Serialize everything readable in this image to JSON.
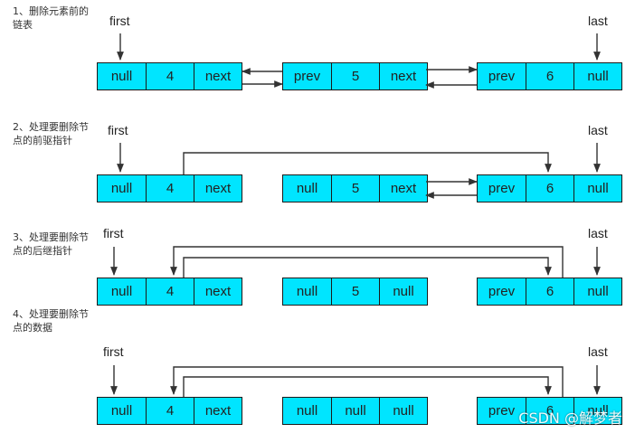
{
  "colors": {
    "cell_fill": "#00e5ff",
    "cell_border": "#1a1a1a",
    "arrow": "#333333"
  },
  "steps": [
    {
      "label": "1、删除元素前的\n链表",
      "first": "first",
      "last": "last",
      "nodes": [
        {
          "cells": [
            "null",
            "4",
            "next"
          ]
        },
        {
          "cells": [
            "prev",
            "5",
            "next"
          ]
        },
        {
          "cells": [
            "prev",
            "6",
            "null"
          ]
        }
      ]
    },
    {
      "label": "2、处理要删除节\n点的前驱指针",
      "first": "first",
      "last": "last",
      "nodes": [
        {
          "cells": [
            "null",
            "4",
            "next"
          ]
        },
        {
          "cells": [
            "null",
            "5",
            "next"
          ]
        },
        {
          "cells": [
            "prev",
            "6",
            "null"
          ]
        }
      ]
    },
    {
      "label": "3、处理要删除节\n点的后继指针",
      "first": "first",
      "last": "last",
      "nodes": [
        {
          "cells": [
            "null",
            "4",
            "next"
          ]
        },
        {
          "cells": [
            "null",
            "5",
            "null"
          ]
        },
        {
          "cells": [
            "prev",
            "6",
            "null"
          ]
        }
      ]
    },
    {
      "label": "4、处理要删除节\n点的数据",
      "first": "first",
      "last": "last",
      "nodes": [
        {
          "cells": [
            "null",
            "4",
            "next"
          ]
        },
        {
          "cells": [
            "null",
            "null",
            "null"
          ]
        },
        {
          "cells": [
            "prev",
            "6",
            "null"
          ]
        }
      ]
    }
  ],
  "watermark": "CSDN @解梦者"
}
